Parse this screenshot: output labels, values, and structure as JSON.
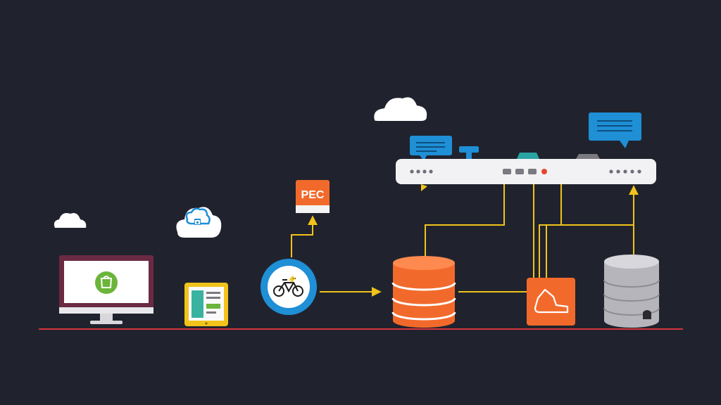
{
  "diagram": {
    "background_color": "#20232e",
    "pec_badge": {
      "label": "PEC"
    },
    "colors": {
      "connector": "#f2c31a",
      "baseline": "#d7343c",
      "orange": "#f26a2b",
      "blue": "#1f8fd6",
      "green": "#6bb53a",
      "gray": "#b5b5bb"
    },
    "nodes": [
      {
        "name": "desktop-monitor",
        "icon": "monitor-icon"
      },
      {
        "name": "tablet",
        "icon": "tablet-icon"
      },
      {
        "name": "bicycle-service",
        "icon": "bicycle-icon"
      },
      {
        "name": "pec-badge",
        "icon": "pec-badge"
      },
      {
        "name": "orange-database",
        "icon": "database-icon"
      },
      {
        "name": "orange-app-tile",
        "icon": "shoe-icon"
      },
      {
        "name": "gray-database",
        "icon": "database-icon"
      },
      {
        "name": "network-switch",
        "icon": "switch-icon"
      }
    ]
  }
}
